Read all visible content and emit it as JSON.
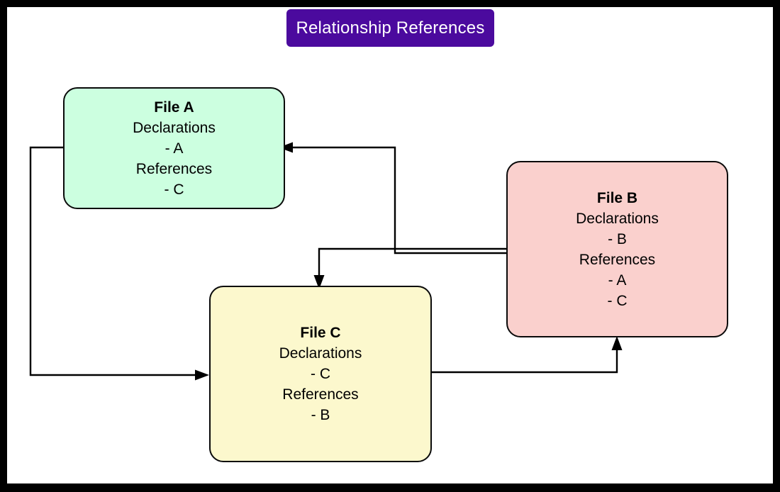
{
  "diagram": {
    "title": "Relationship References",
    "title_background": "#4b0a9e",
    "title_color": "#ffffff",
    "canvas_background": "#ffffff",
    "frame_color": "#000000"
  },
  "nodes": [
    {
      "id": "file-a",
      "title": "File A",
      "color": "#ccffe0",
      "lines": [
        "Declarations",
        "- A",
        "References",
        "- C"
      ],
      "declarations": [
        "A"
      ],
      "references": [
        "C"
      ],
      "labels": {
        "declarations_heading": "Declarations",
        "references_heading": "References"
      }
    },
    {
      "id": "file-b",
      "title": "File B",
      "color": "#fad0cd",
      "lines": [
        "Declarations",
        "- B",
        "References",
        "- A",
        "- C"
      ],
      "declarations": [
        "B"
      ],
      "references": [
        "A",
        "C"
      ],
      "labels": {
        "declarations_heading": "Declarations",
        "references_heading": "References"
      }
    },
    {
      "id": "file-c",
      "title": "File C",
      "color": "#fcf8cd",
      "lines": [
        "Declarations",
        "- C",
        "References",
        "- B"
      ],
      "declarations": [
        "C"
      ],
      "references": [
        "B"
      ],
      "labels": {
        "declarations_heading": "Declarations",
        "references_heading": "References"
      }
    }
  ],
  "edges": [
    {
      "id": "edge-b-to-a",
      "from": "file-b",
      "to": "file-a",
      "direction": "left"
    },
    {
      "id": "edge-b-to-c",
      "from": "file-b",
      "to": "file-c",
      "direction": "down"
    },
    {
      "id": "edge-a-to-c",
      "from": "file-a",
      "to": "file-c",
      "direction": "right"
    },
    {
      "id": "edge-c-to-b",
      "from": "file-c",
      "to": "file-b",
      "direction": "up"
    }
  ]
}
